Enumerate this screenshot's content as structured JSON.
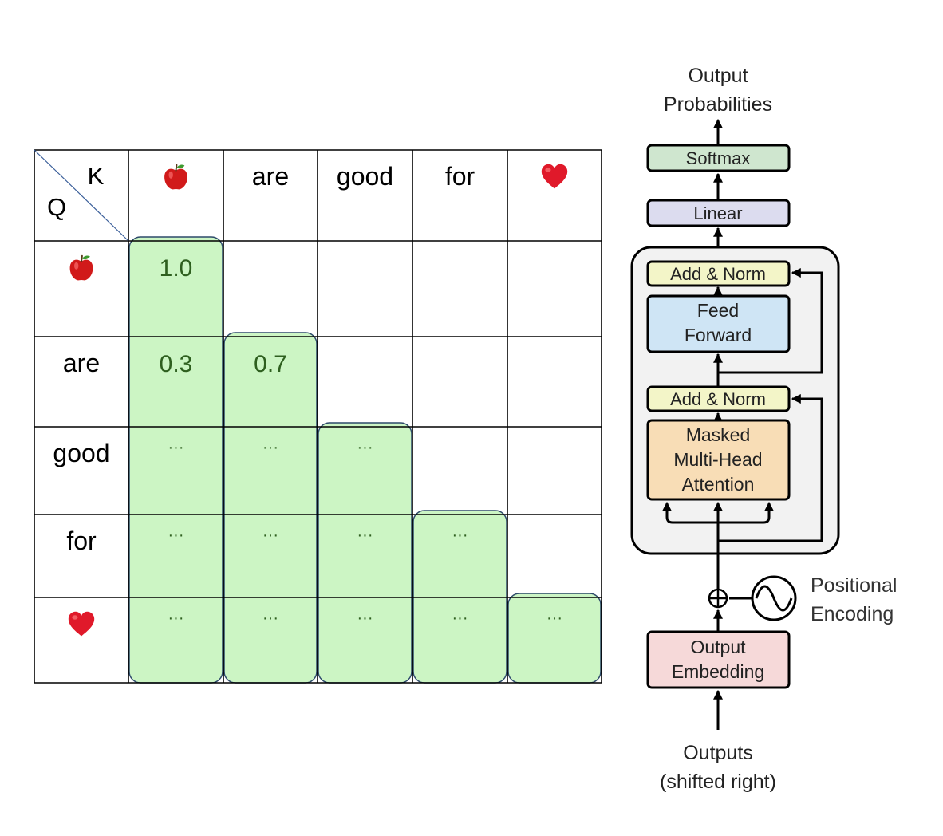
{
  "matrix": {
    "corner_key_label": "K",
    "corner_query_label": "Q",
    "column_tokens": [
      {
        "kind": "icon",
        "icon": "apple-icon"
      },
      {
        "kind": "text",
        "text": "are"
      },
      {
        "kind": "text",
        "text": "good"
      },
      {
        "kind": "text",
        "text": "for"
      },
      {
        "kind": "icon",
        "icon": "heart-icon"
      }
    ],
    "row_tokens": [
      {
        "kind": "icon",
        "icon": "apple-icon"
      },
      {
        "kind": "text",
        "text": "are"
      },
      {
        "kind": "text",
        "text": "good"
      },
      {
        "kind": "text",
        "text": "for"
      },
      {
        "kind": "icon",
        "icon": "heart-icon"
      }
    ],
    "cells": [
      [
        "1.0",
        "",
        "",
        "",
        ""
      ],
      [
        "0.3",
        "0.7",
        "",
        "",
        ""
      ],
      [
        "···",
        "···",
        "···",
        "",
        ""
      ],
      [
        "···",
        "···",
        "···",
        "···",
        ""
      ],
      [
        "···",
        "···",
        "···",
        "···",
        "···"
      ]
    ],
    "colors": {
      "mask_fill": "#ccf5c4",
      "mask_stroke": "#2d4a6a",
      "value_text": "#2e5f1f",
      "grid": "#000000",
      "diagonal": "#3b5f9a",
      "apple": "#d11a1a",
      "heart": "#e0192a"
    }
  },
  "decoder": {
    "output_title_line1": "Output",
    "output_title_line2": "Probabilities",
    "softmax_label": "Softmax",
    "linear_label": "Linear",
    "add_norm_top_label": "Add & Norm",
    "feed_forward_line1": "Feed",
    "feed_forward_line2": "Forward",
    "add_norm_bottom_label": "Add & Norm",
    "attention_line1": "Masked",
    "attention_line2": "Multi-Head",
    "attention_line3": "Attention",
    "positional_line1": "Positional",
    "positional_line2": "Encoding",
    "embedding_line1": "Output",
    "embedding_line2": "Embedding",
    "inputs_line1": "Outputs",
    "inputs_line2": "(shifted right)",
    "colors": {
      "softmax": "#cfe6cf",
      "linear": "#dcdcef",
      "add_norm": "#f3f5c8",
      "feed_forward": "#cfe5f5",
      "attention": "#f8ddb6",
      "embedding": "#f6d9d9",
      "block_bg": "#f2f2f2"
    }
  }
}
